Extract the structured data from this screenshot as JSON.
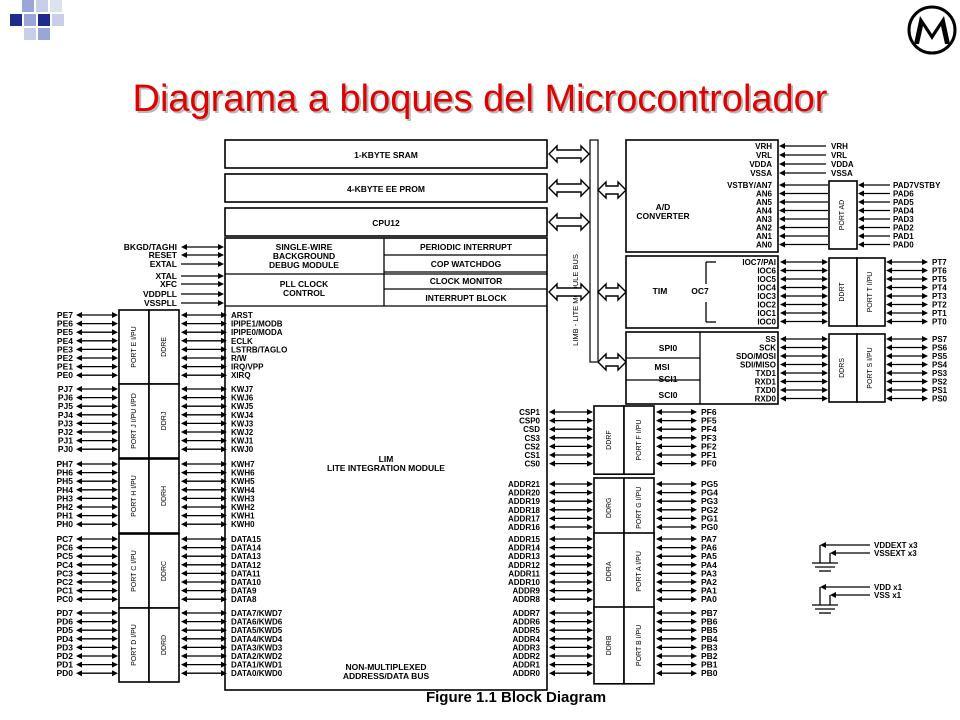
{
  "slide": {
    "title": "Diagrama a bloques del Microcontrolador",
    "logo": "motorola-logo",
    "accent_color": "#e00000"
  },
  "diagram": {
    "sram": "1-KBYTE SRAM",
    "eeprom": "4-KBYTE EE PROM",
    "cpu": "CPU12",
    "bdm": [
      "SINGLE-WIRE",
      "BACKGROUND",
      "DEBUG MODULE"
    ],
    "pll": [
      "PLL CLOCK",
      "CONTROL"
    ],
    "pit": "PERIODIC INTERRUPT",
    "cop": "COP WATCHDOG",
    "clkmon": "CLOCK MONITOR",
    "intblk": "INTERRUPT BLOCK",
    "lim": [
      "LIM",
      "LITE INTEGRATION MODULE"
    ],
    "nonmux": [
      "NON-MULTIPLEXED",
      "ADDRESS/DATA BUS"
    ],
    "bus_label": "LIMB - LITE MODULE BUS",
    "caption": "Figure 1.1  Block Diagram",
    "adc": [
      "A/D",
      "CONVERTER"
    ],
    "adc_refs": [
      "VRH",
      "VRL",
      "VDDA",
      "VSSA"
    ],
    "adc_pins": [
      "VSTBY/AN7",
      "AN6",
      "AN5",
      "AN4",
      "AN3",
      "AN2",
      "AN1",
      "AN0"
    ],
    "port_ad": "PORT AD",
    "pad_pins": [
      "PAD7VSTBY",
      "PAD6",
      "PAD5",
      "PAD4",
      "PAD3",
      "PAD2",
      "PAD1",
      "PAD0"
    ],
    "tim": "TIM",
    "oc7": "OC7",
    "tim_pins": [
      "IOC7/PAI",
      "IOC6",
      "IOC5",
      "IOC4",
      "IOC3",
      "IOC2",
      "IOC1",
      "IOC0"
    ],
    "ddrt": "DDRT",
    "port_t": "PORT T I/PU",
    "pt_pins": [
      "PT7",
      "PT6",
      "PT5",
      "PT4",
      "PT3",
      "PT2",
      "PT1",
      "PT0"
    ],
    "spi0": "SPI0",
    "msi": "MSI",
    "sci1": "SCI1",
    "sci0": "SCI0",
    "spi_pins": [
      "SS",
      "SCK",
      "SDO/MOSI",
      "SDI/MISO",
      "TXD1",
      "RXD1",
      "TXD0",
      "RXD0"
    ],
    "ddrs": "DDRS",
    "port_s": "PORT S I/PU",
    "ps_pins": [
      "PS7",
      "PS6",
      "PS5",
      "PS4",
      "PS3",
      "PS2",
      "PS1",
      "PS0"
    ],
    "left_pins_top": [
      "BKGD/TAGHI",
      "RESET",
      "EXTAL",
      "XTAL",
      "XFC",
      "VDDPLL",
      "VSSPLL"
    ],
    "lim_e_sigs": [
      "ARST",
      "IPIPE1/MODB",
      "IPIPE0/MODA",
      "ECLK",
      "LSTRB/TAGLO",
      "R/W",
      "IRQ/VPP",
      "XIRQ"
    ],
    "pe_pins": [
      "PE7",
      "PE6",
      "PE5",
      "PE4",
      "PE3",
      "PE2",
      "PE1",
      "PE0"
    ],
    "port_e": "PORT E I/PU",
    "ddre": "DDRE",
    "lim_j_sigs": [
      "KWJ7",
      "KWJ6",
      "KWJ5",
      "KWJ4",
      "KWJ3",
      "KWJ2",
      "KWJ1",
      "KWJ0"
    ],
    "pj_pins": [
      "PJ7",
      "PJ6",
      "PJ5",
      "PJ4",
      "PJ3",
      "PJ2",
      "PJ1",
      "PJ0"
    ],
    "port_j": "PORT J I/PU I/PD",
    "ddrj": "DDRJ",
    "lim_h_sigs": [
      "KWH7",
      "KWH6",
      "KWH5",
      "KWH4",
      "KWH3",
      "KWH2",
      "KWH1",
      "KWH0"
    ],
    "ph_pins": [
      "PH7",
      "PH6",
      "PH5",
      "PH4",
      "PH3",
      "PH2",
      "PH1",
      "PH0"
    ],
    "port_h": "PORT H I/PU",
    "ddrh": "DDRH",
    "lim_c_sigs": [
      "DATA15",
      "DATA14",
      "DATA13",
      "DATA12",
      "DATA11",
      "DATA10",
      "DATA9",
      "DATA8"
    ],
    "pc_pins": [
      "PC7",
      "PC6",
      "PC5",
      "PC4",
      "PC3",
      "PC2",
      "PC1",
      "PC0"
    ],
    "port_c": "PORT C I/PU",
    "ddrc": "DDRC",
    "lim_d_sigs": [
      "DATA7/KWD7",
      "DATA6/KWD6",
      "DATA5/KWD5",
      "DATA4/KWD4",
      "DATA3/KWD3",
      "DATA2/KWD2",
      "DATA1/KWD1",
      "DATA0/KWD0"
    ],
    "pd_pins": [
      "PD7",
      "PD6",
      "PD5",
      "PD4",
      "PD3",
      "PD2",
      "PD1",
      "PD0"
    ],
    "port_d": "PORT D I/PU",
    "ddrd": "DDRD",
    "lim_f_sigs": [
      "CSP1",
      "CSP0",
      "CSD",
      "CS3",
      "CS2",
      "CS1",
      "CS0"
    ],
    "pf_pins": [
      "PF6",
      "PF5",
      "PF4",
      "PF3",
      "PF2",
      "PF1",
      "PF0"
    ],
    "ddrf": "DDRF",
    "port_f": "PORT F I/PU",
    "lim_g_sigs": [
      "ADDR21",
      "ADDR20",
      "ADDR19",
      "ADDR18",
      "ADDR17",
      "ADDR16"
    ],
    "pg_pins": [
      "PG5",
      "PG4",
      "PG3",
      "PG2",
      "PG1",
      "PG0"
    ],
    "ddrg": "DDRG",
    "port_g": "PORT G I/PU",
    "lim_a_sigs": [
      "ADDR15",
      "ADDR14",
      "ADDR13",
      "ADDR12",
      "ADDR11",
      "ADDR10",
      "ADDR9",
      "ADDR8"
    ],
    "pa_pins": [
      "PA7",
      "PA6",
      "PA5",
      "PA4",
      "PA3",
      "PA2",
      "PA1",
      "PA0"
    ],
    "ddra": "DDRA",
    "port_a": "PORT A I/PU",
    "lim_b_sigs": [
      "ADDR7",
      "ADDR6",
      "ADDR5",
      "ADDR4",
      "ADDR3",
      "ADDR2",
      "ADDR1",
      "ADDR0"
    ],
    "pb_pins": [
      "PB7",
      "PB6",
      "PB5",
      "PB4",
      "PB3",
      "PB2",
      "PB1",
      "PB0"
    ],
    "ddrb": "DDRB",
    "port_b": "PORT B I/PU",
    "power1": [
      "VDDEXT x3",
      "VSSEXT x3"
    ],
    "power2": [
      "VDD x1",
      "VSS x1"
    ]
  }
}
